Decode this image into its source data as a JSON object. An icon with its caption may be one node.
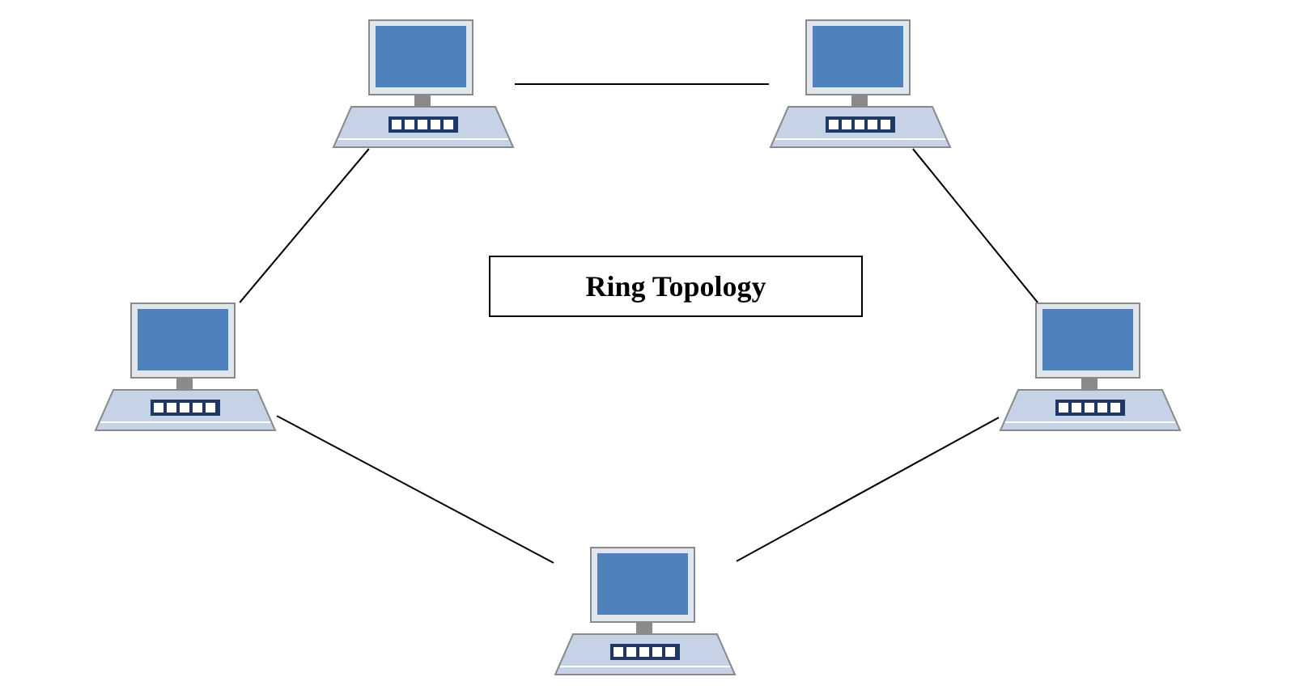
{
  "diagram": {
    "nodes": [
      {
        "text": [],
        "shape": "computer"
      },
      {
        "text": [],
        "shape": "computer"
      },
      {
        "text": [],
        "shape": "computer"
      },
      {
        "text": [
          "Ring Topology"
        ]
      },
      {
        "text": [],
        "shape": "computer"
      },
      {
        "text": [],
        "shape": "computer"
      }
    ],
    "edges": [
      {
        "from": 0,
        "to": 1,
        "arrow": "none"
      },
      {
        "from": 0,
        "to": 2,
        "arrow": "none"
      },
      {
        "from": 1,
        "to": 4,
        "arrow": "none"
      },
      {
        "from": 2,
        "to": 5,
        "arrow": "none"
      },
      {
        "from": 4,
        "to": 5,
        "arrow": "none"
      }
    ]
  }
}
